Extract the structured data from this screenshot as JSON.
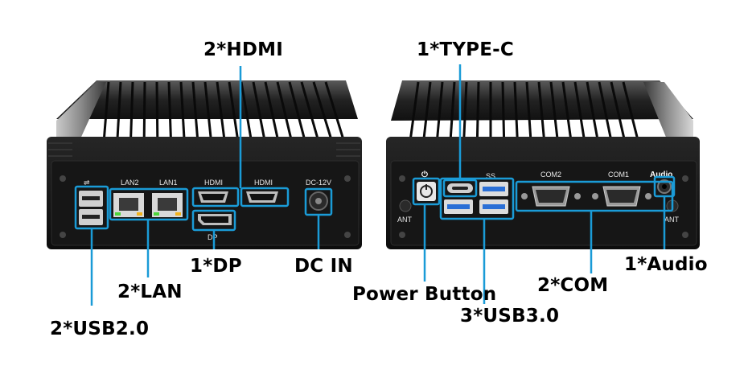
{
  "callouts": {
    "hdmi": "2*HDMI",
    "lan": "2*LAN",
    "usb20": "2*USB2.0",
    "dp": "1*DP",
    "dcin": "DC IN",
    "typec": "1*TYPE-C",
    "power": "Power Button",
    "usb30": "3*USB3.0",
    "com": "2*COM",
    "audio": "1*Audio"
  },
  "panel_labels": {
    "lan2": "LAN2",
    "lan1": "LAN1",
    "hdmi_a": "HDMI",
    "hdmi_b": "HDMI",
    "dc": "DC-12V",
    "dp": "DP",
    "com2": "COM2",
    "com1": "COM1",
    "audio": "Audio",
    "ant_left": "ANT",
    "ant_right": "ANT",
    "ss": "SS"
  },
  "colors": {
    "highlight": "#1a9bd7",
    "chassis": "#1b1b1b",
    "usb3_blue": "#2a6fd6"
  },
  "icons": [
    "usb-icon",
    "power-icon",
    "superspeed-usb-icon"
  ]
}
